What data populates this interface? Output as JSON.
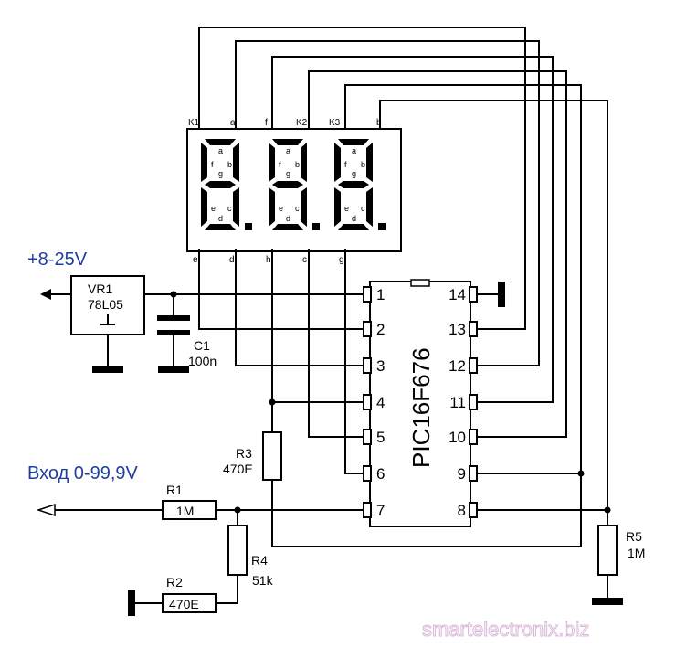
{
  "supply_label": "+8-25V",
  "input_label": "Вход 0-99,9V",
  "regulator": {
    "name": "VR1",
    "part": "78L05"
  },
  "capacitor": {
    "name": "C1",
    "value": "100n"
  },
  "resistors": [
    {
      "name": "R1",
      "value": "1M"
    },
    {
      "name": "R2",
      "value": "470E"
    },
    {
      "name": "R3",
      "value": "470E"
    },
    {
      "name": "R4",
      "value": "51k"
    },
    {
      "name": "R5",
      "value": "1M"
    }
  ],
  "mcu": {
    "part": "PIC16F676",
    "left_pins": [
      "1",
      "2",
      "3",
      "4",
      "5",
      "6",
      "7"
    ],
    "right_pins": [
      "14",
      "13",
      "12",
      "11",
      "10",
      "9",
      "8"
    ]
  },
  "display": {
    "top_pins": [
      "K1",
      "a",
      "f",
      "K2",
      "K3",
      "b"
    ],
    "bottom_pins": [
      "e",
      "d",
      "h",
      "c",
      "g"
    ],
    "segment_letters": [
      "a",
      "f",
      "b",
      "g",
      "e",
      "c",
      "d"
    ]
  },
  "watermark": "smartelectronix.biz"
}
